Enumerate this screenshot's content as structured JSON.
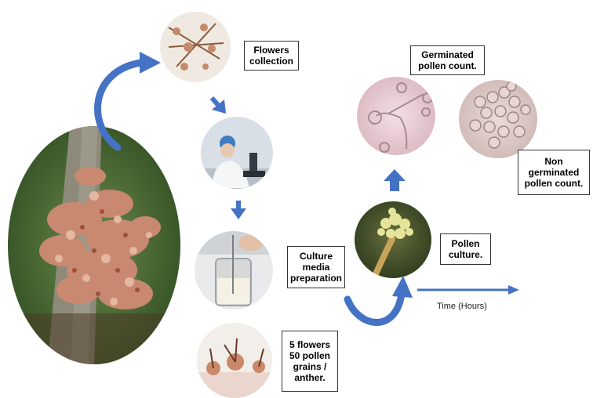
{
  "labels": {
    "flowers_collection": "Flowers\ncollection",
    "culture_media": "Culture\nmedia\npreparation",
    "five_flowers": "5 flowers\n50 pollen\ngrains /\nanther.",
    "pollen_culture": "Pollen\nculture.",
    "germinated": "Germinated\npollen count.",
    "non_germinated": "Non\ngerminated\npollen count.",
    "time_axis": "Time (Hours)"
  },
  "colors": {
    "arrow_blue": "#4472c4",
    "box_border": "#333333"
  },
  "icons": {
    "main_photo": "cacao-tree-trunk-with-flowers",
    "step1": "flowers-in-dish-photo",
    "step2": "scientist-microscope-photo",
    "step3": "pipette-beaker-photo",
    "step4": "dissected-flowers-photo",
    "center": "pollen-culture-micrograph",
    "germ": "germinated-pollen-micrograph",
    "nongerm": "non-germinated-pollen-micrograph"
  }
}
